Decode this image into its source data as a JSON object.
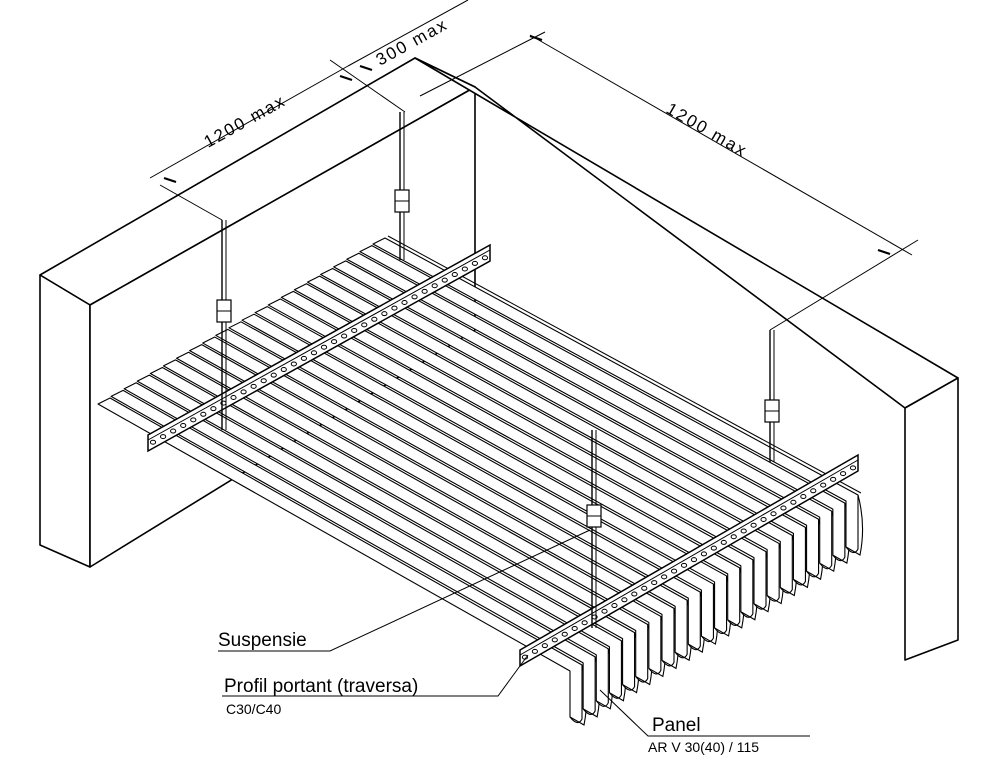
{
  "dimensions": {
    "dim_left": "1200 max",
    "dim_top": "300 max",
    "dim_right": "1200 max"
  },
  "labels": {
    "suspension": {
      "title": "Suspensie"
    },
    "carrier": {
      "title": "Profil portant (traversa)",
      "code": "C30/C40"
    },
    "panel": {
      "title": "Panel",
      "code": "AR V 30(40) / 115"
    }
  },
  "colors": {
    "line": "#000000",
    "background": "#ffffff"
  }
}
